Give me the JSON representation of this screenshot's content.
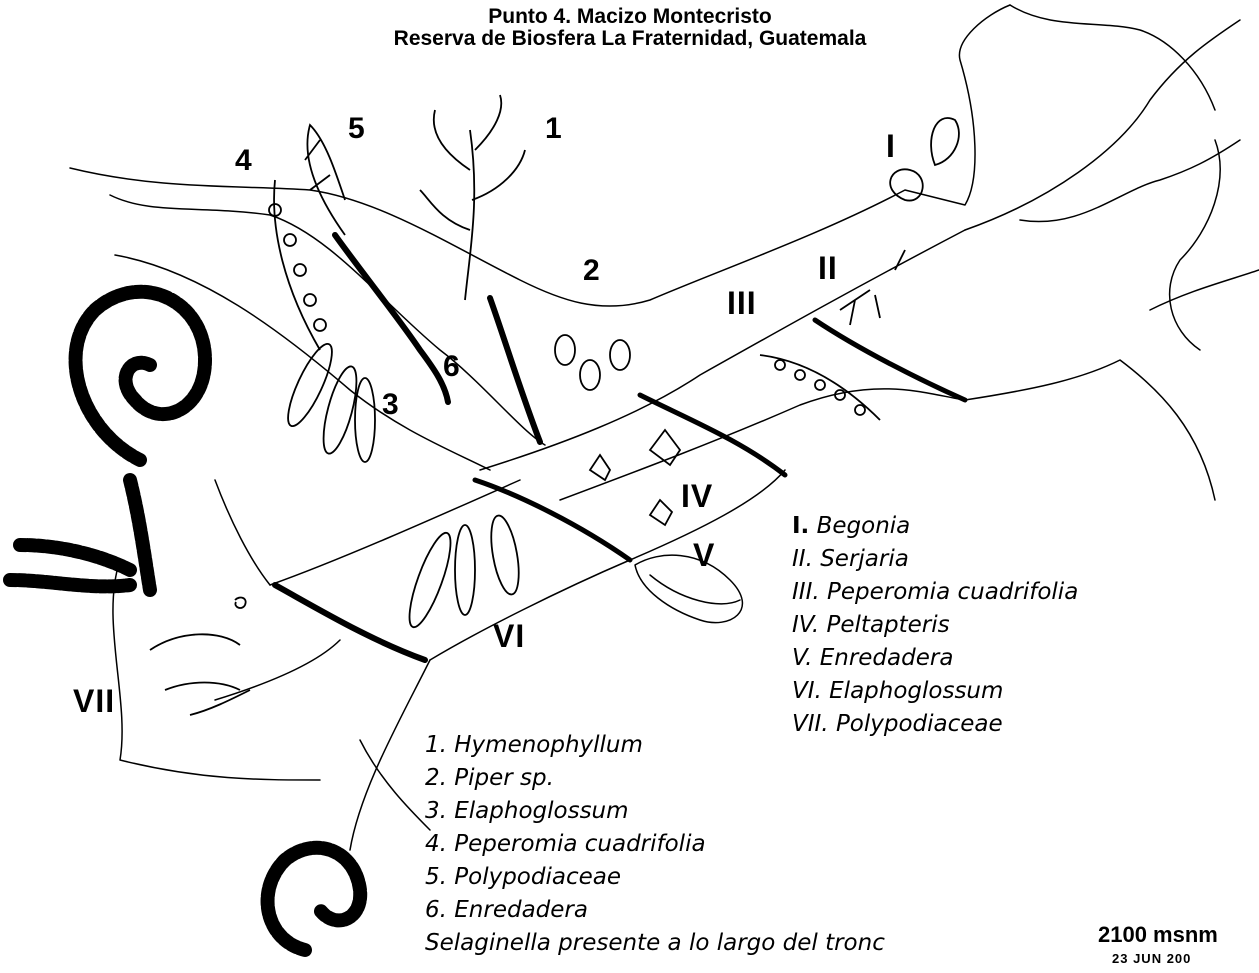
{
  "title": {
    "line1": "Punto 4. Macizo Montecristo",
    "line2": "Reserva de Biosfera La Fraternidad, Guatemala"
  },
  "labels": {
    "arabic": [
      "1",
      "2",
      "3",
      "4",
      "5",
      "6"
    ],
    "roman": [
      "I",
      "II",
      "III",
      "IV",
      "V",
      "VI",
      "VII"
    ]
  },
  "legend_roman": [
    {
      "num": "I.",
      "name": "Begonia"
    },
    {
      "num": "II.",
      "name": "Serjaria"
    },
    {
      "num": "III.",
      "name": "Peperomia cuadrifolia"
    },
    {
      "num": "IV.",
      "name": "Peltapteris"
    },
    {
      "num": "V.",
      "name": "Enredadera"
    },
    {
      "num": "VI.",
      "name": "Elaphoglossum"
    },
    {
      "num": "VII.",
      "name": "Polypodiaceae"
    }
  ],
  "legend_arabic": [
    "1. Hymenophyllum",
    "2. Piper sp.",
    "3. Elaphoglossum",
    "4. Peperomia cuadrifolia",
    "5. Polypodiaceae",
    "6. Enredadera",
    "Selaginella presente a lo largo del tronc"
  ],
  "altitude": "2100 msnm",
  "date_partial": "23 JUN 200"
}
